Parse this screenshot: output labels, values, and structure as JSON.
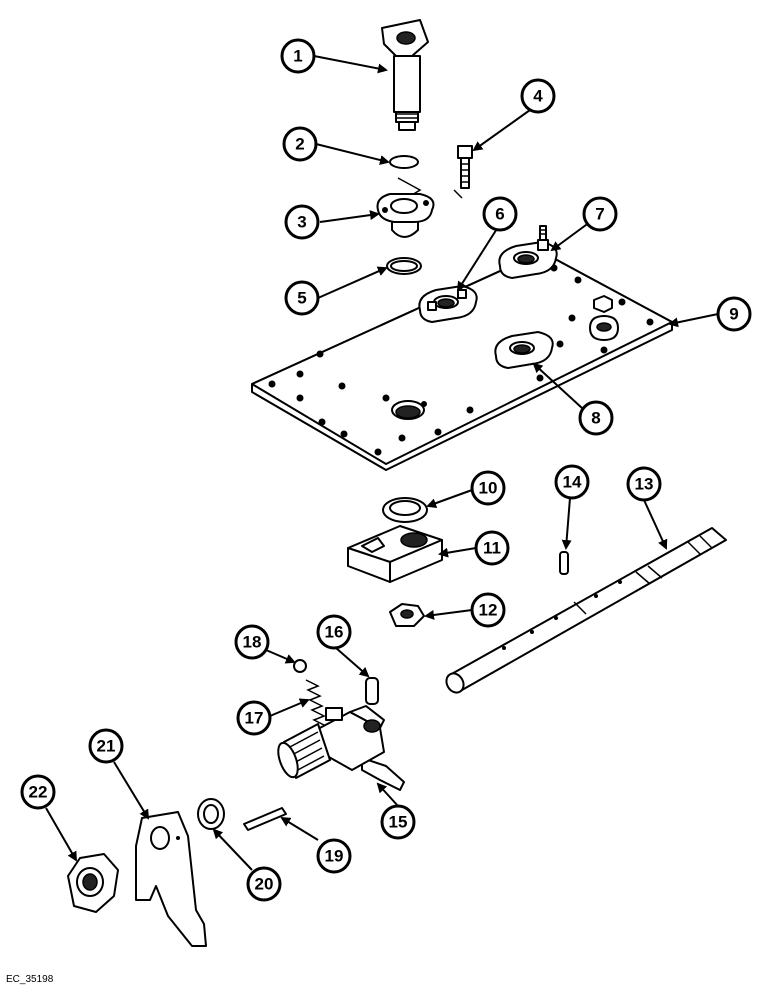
{
  "diagram": {
    "callouts": [
      "1",
      "2",
      "3",
      "4",
      "5",
      "6",
      "7",
      "8",
      "9",
      "10",
      "11",
      "12",
      "13",
      "14",
      "15",
      "16",
      "17",
      "18",
      "19",
      "20",
      "21",
      "22"
    ],
    "drawing_code": "EC_35198"
  }
}
